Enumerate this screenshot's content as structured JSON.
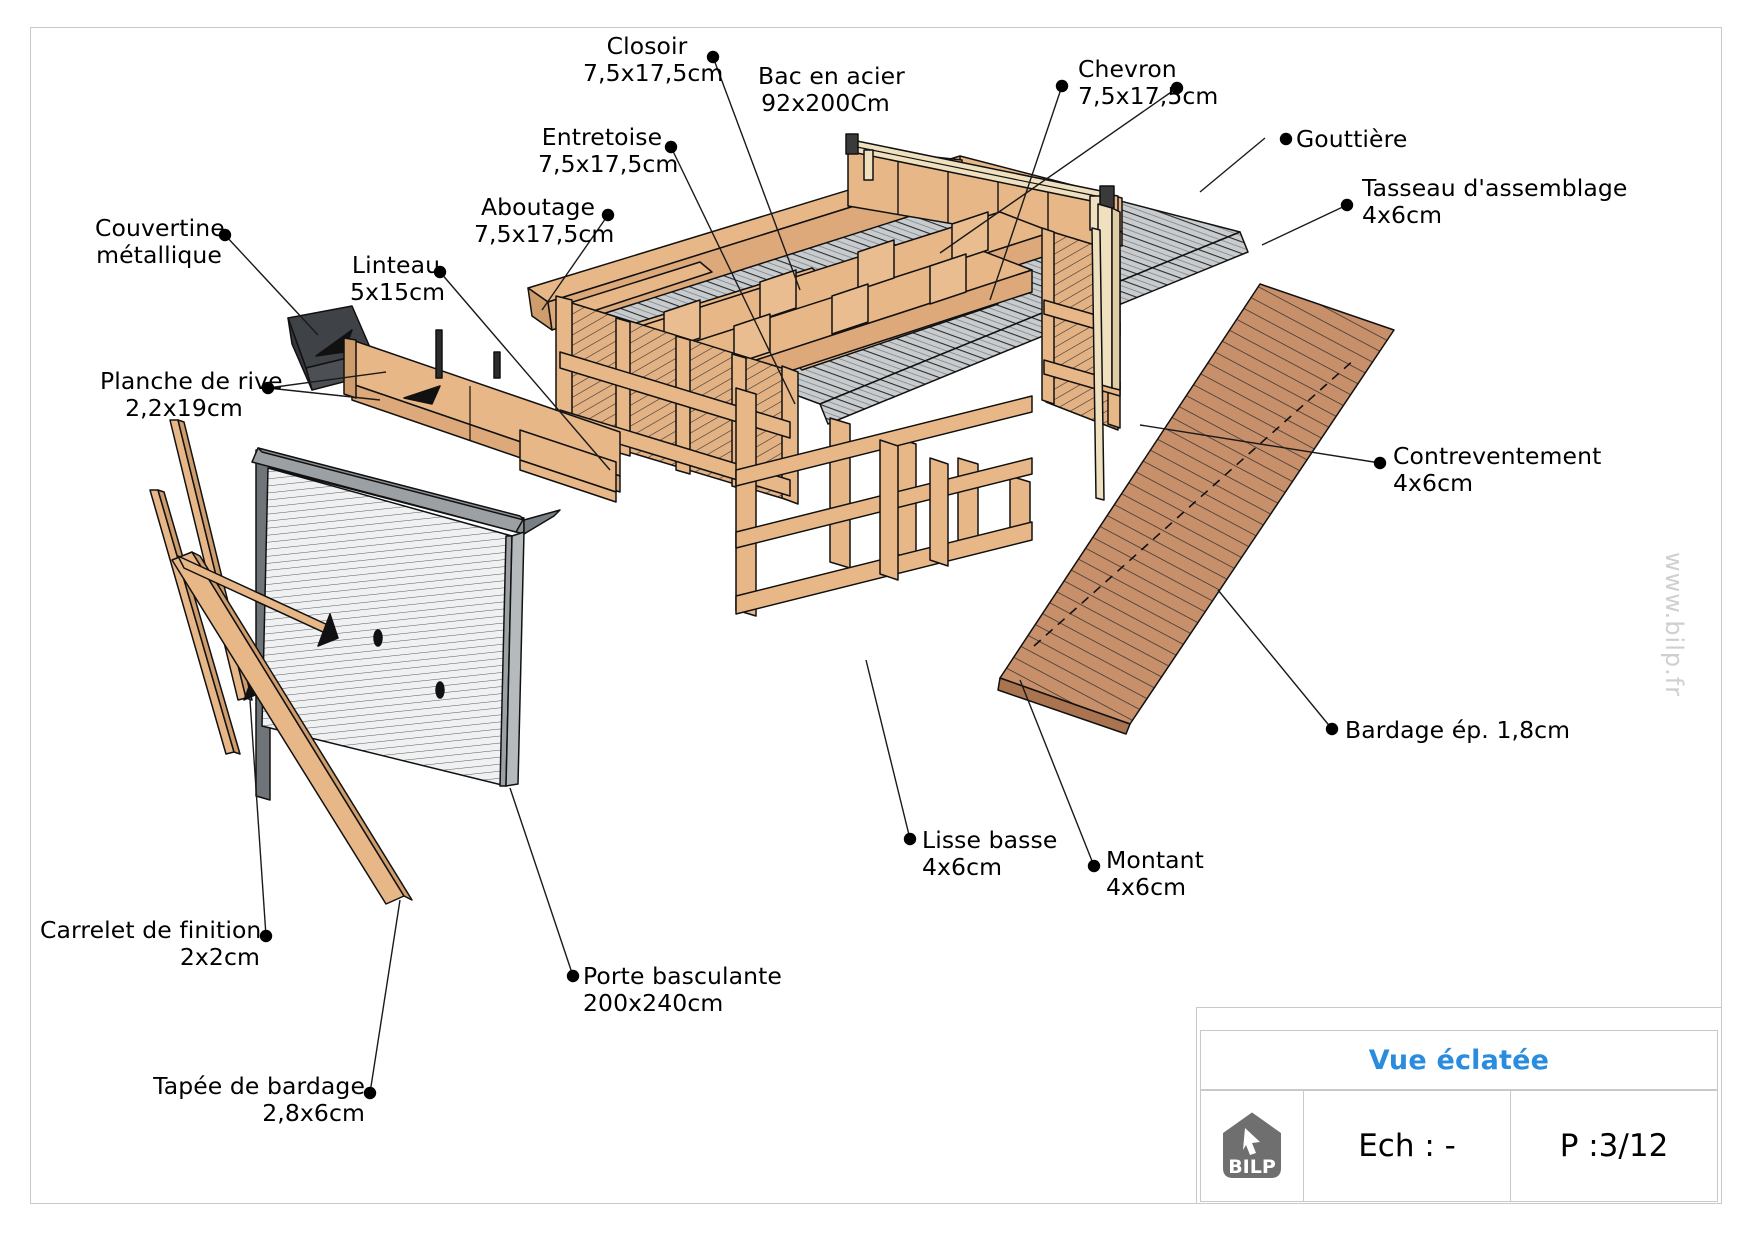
{
  "drawing": {
    "title": "Vue éclatée",
    "scale_label": "Ech : -",
    "page_label": "P :3/12",
    "logo_text": "BILP",
    "watermark": "www.bilp.fr"
  },
  "callouts": [
    {
      "id": "closoir",
      "name": "Closoir",
      "spec": "7,5x17,5cm"
    },
    {
      "id": "bac-en-acier",
      "name": "Bac en acier",
      "spec": "92x200Cm"
    },
    {
      "id": "chevron",
      "name": "Chevron",
      "spec": "7,5x17,5cm"
    },
    {
      "id": "gouttiere",
      "name": "Gouttière",
      "spec": ""
    },
    {
      "id": "tasseau",
      "name": "Tasseau d'assemblage",
      "spec": "4x6cm"
    },
    {
      "id": "entretoise",
      "name": "Entretoise",
      "spec": "7,5x17,5cm"
    },
    {
      "id": "aboutage",
      "name": "Aboutage",
      "spec": "7,5x17,5cm"
    },
    {
      "id": "couvertine",
      "name": "Couvertine",
      "spec": "métallique"
    },
    {
      "id": "linteau",
      "name": "Linteau",
      "spec": "5x15cm"
    },
    {
      "id": "planche-rive",
      "name": "Planche de rive",
      "spec": "2,2x19cm"
    },
    {
      "id": "contreventement",
      "name": "Contreventement",
      "spec": "4x6cm"
    },
    {
      "id": "bardage",
      "name": "Bardage ép. 1,8cm",
      "spec": ""
    },
    {
      "id": "lisse-basse",
      "name": "Lisse basse",
      "spec": "4x6cm"
    },
    {
      "id": "montant",
      "name": "Montant",
      "spec": "4x6cm"
    },
    {
      "id": "carrelet",
      "name": "Carrelet de finition",
      "spec": "2x2cm"
    },
    {
      "id": "porte",
      "name": "Porte basculante",
      "spec": "200x240cm"
    },
    {
      "id": "tapee",
      "name": "Tapée de bardage",
      "spec": "2,8x6cm"
    }
  ],
  "colors": {
    "wood": "#e7b787",
    "wood_dark": "#cf9c6c",
    "wood_light": "#f2d3ae",
    "siding": "#c8906a",
    "metal_dark": "#454545",
    "metal_light": "#d9dde0",
    "accent": "#2a8cdf",
    "frame": "#c9c9c9",
    "watermark": "#cfcfcf"
  }
}
